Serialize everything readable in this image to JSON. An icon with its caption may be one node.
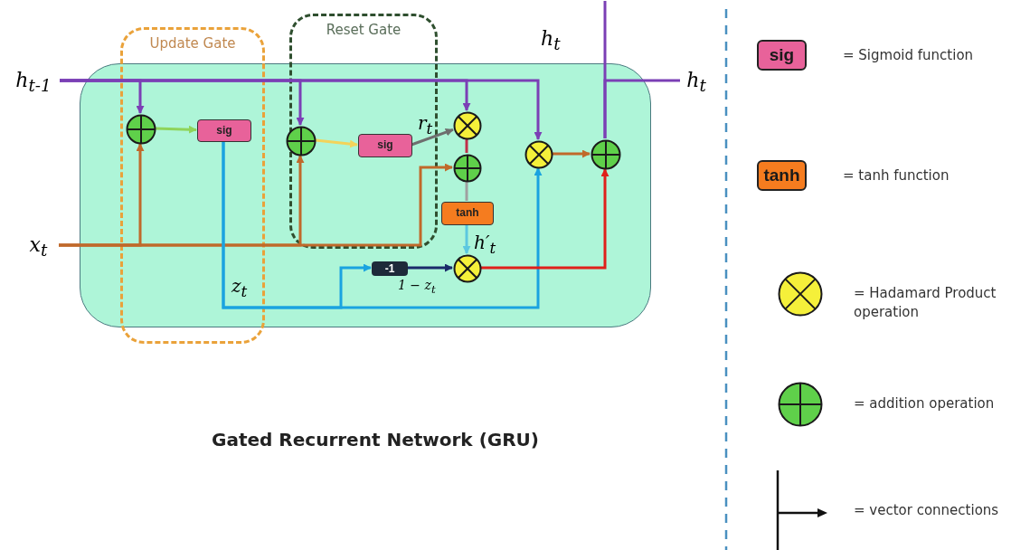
{
  "diagram": {
    "caption": "Gated Recurrent Network (GRU)",
    "nodes": [
      {
        "text": [],
        "shape": "box"
      },
      {
        "text": [
          "h$_{t-1}$"
        ]
      },
      {
        "text": [
          "x$_{t}$"
        ]
      },
      {
        "text": [],
        "shape": "circle",
        "in": 0
      },
      {
        "text": [
          "sig"
        ],
        "in": 0
      },
      {
        "text": [],
        "shape": "circle",
        "in": 0
      },
      {
        "text": [
          "sig"
        ],
        "in": 0
      },
      {
        "text": [],
        "shape": "circle",
        "in": 0
      },
      {
        "text": [],
        "shape": "circle",
        "in": 0
      },
      {
        "text": [
          "tanh"
        ],
        "in": 0
      },
      {
        "text": [],
        "shape": "circle",
        "in": 0,
        "beside": [
          "h′$_{t}$"
        ]
      },
      {
        "text": [
          "-1"
        ],
        "in": 0
      },
      {
        "text": [],
        "shape": "circle",
        "in": 0
      },
      {
        "text": [],
        "shape": "circle",
        "in": 0
      },
      {
        "text": [
          "h$_{t}$"
        ]
      }
    ],
    "edges": [
      {
        "from": 1,
        "to": 3,
        "arrow": "to",
        "color": "#7b3fb5"
      },
      {
        "from": 1,
        "to": 5,
        "arrow": "to",
        "color": "#7b3fb5"
      },
      {
        "from": 1,
        "to": 7,
        "arrow": "to",
        "color": "#7b3fb5"
      },
      {
        "from": 1,
        "to": 12,
        "arrow": "to",
        "color": "#7b3fb5"
      },
      {
        "from": 2,
        "to": 3,
        "arrow": "to",
        "color": "#c0692a"
      },
      {
        "from": 2,
        "to": 5,
        "arrow": "to",
        "color": "#c0692a"
      },
      {
        "from": 2,
        "to": 8,
        "arrow": "to",
        "color": "#c0692a"
      },
      {
        "from": 3,
        "to": 4,
        "arrow": "to",
        "color": "#8fd45a"
      },
      {
        "from": 5,
        "to": 6,
        "arrow": "to",
        "color": "#f3d35a"
      },
      {
        "from": 6,
        "to": 7,
        "arrow": "to",
        "color": "#6e6e6e",
        "label": "r$_{t}$"
      },
      {
        "from": 7,
        "to": 8,
        "arrow": "none",
        "color": "#c0304a"
      },
      {
        "from": 8,
        "to": 9,
        "arrow": "none",
        "color": "#a0a0a0"
      },
      {
        "from": 9,
        "to": 10,
        "arrow": "to",
        "color": "#5cc8e0"
      },
      {
        "from": 4,
        "to": 11,
        "arrow": "to",
        "color": "#1aa3e0",
        "label": "z$_{t}$"
      },
      {
        "from": 4,
        "to": 12,
        "arrow": "to",
        "color": "#1aa3e0"
      },
      {
        "from": 11,
        "to": 10,
        "arrow": "to",
        "color": "#1a2a6a",
        "label": "1 − z$_{t}$"
      },
      {
        "from": 10,
        "to": 13,
        "arrow": "to",
        "color": "#e0201a"
      },
      {
        "from": 12,
        "to": 13,
        "arrow": "to",
        "color": "#c0692a"
      },
      {
        "from": 13,
        "to": 14,
        "arrow": "none",
        "color": "#7b3fb5"
      },
      {
        "from": 13,
        "to": null,
        "arrow": "none",
        "color": "#7b3fb5"
      }
    ],
    "labels": [
      "Update Gate",
      "Reset Gate",
      "h$_{t}$",
      "sig",
      "tanh"
    ],
    "legend": [
      {
        "text": "= Sigmoid function"
      },
      {
        "text": "= tanh function"
      },
      {
        "text": "= Hadamard Product operation"
      },
      {
        "text": "= addition operation"
      },
      {
        "text": "= vector connections"
      }
    ]
  }
}
